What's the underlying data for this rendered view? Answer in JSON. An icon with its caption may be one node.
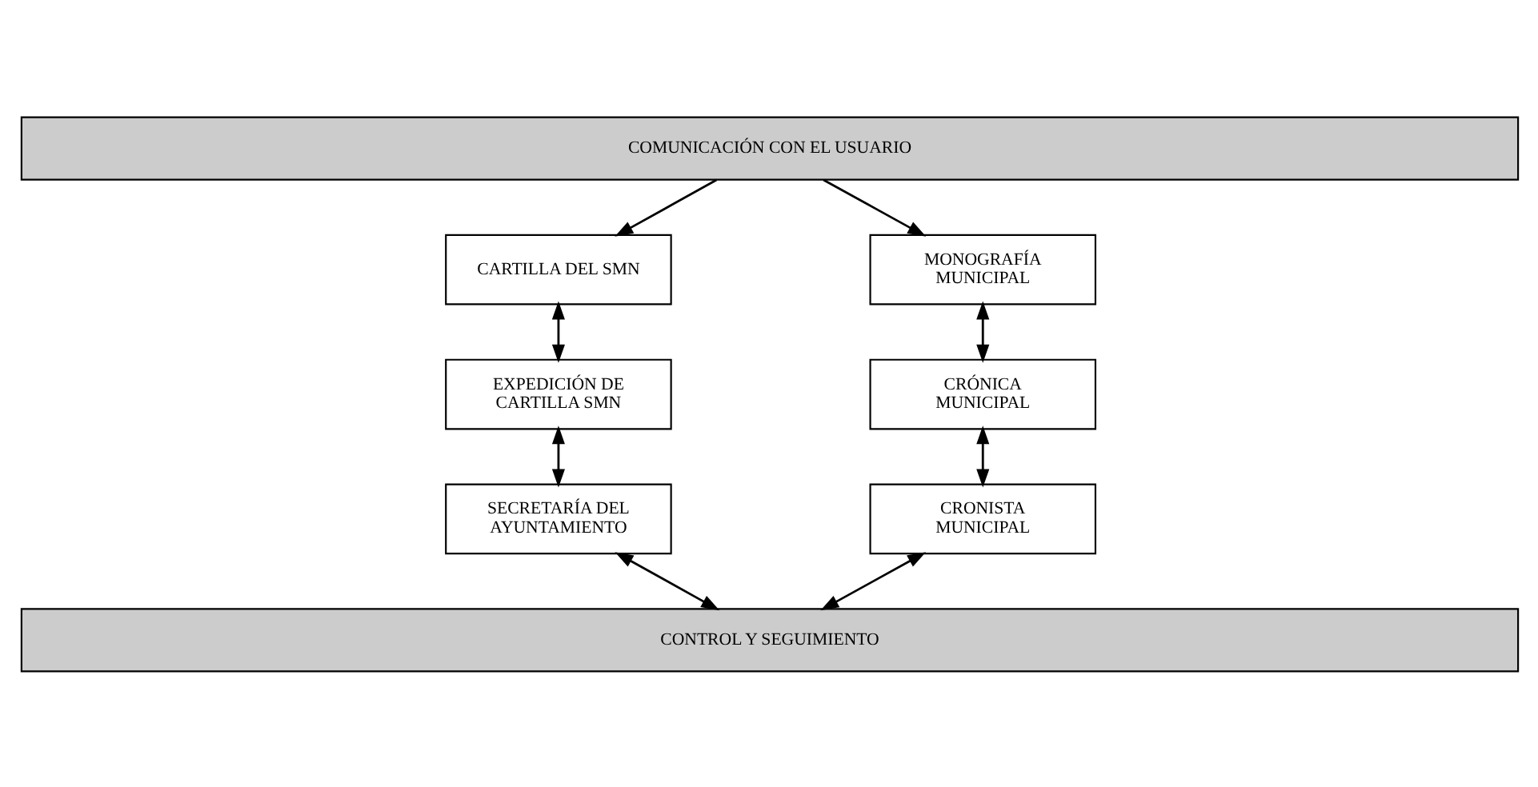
{
  "diagram": {
    "nodes": [
      {
        "text": [
          "COMUNICACIÓN CON EL USUARIO"
        ]
      },
      {
        "text": [
          "CARTILLA DEL SMN"
        ]
      },
      {
        "text": [
          "EXPEDICIÓN DE CARTILLA SMN"
        ]
      },
      {
        "text": [
          "SECRETARÍA DEL AYUNTAMIENTO"
        ]
      },
      {
        "text": [
          "MONOGRAFÍA MUNICIPAL"
        ]
      },
      {
        "text": [
          "CRÓNICA MUNICIPAL"
        ]
      },
      {
        "text": [
          "CRONISTA MUNICIPAL"
        ]
      },
      {
        "text": [
          "CONTROL Y SEGUIMIENTO"
        ]
      }
    ],
    "edges": [
      {
        "from": 0,
        "to": 1,
        "arrow": "to"
      },
      {
        "from": 0,
        "to": 4,
        "arrow": "to"
      },
      {
        "from": 1,
        "to": 2,
        "arrow": "both"
      },
      {
        "from": 2,
        "to": 3,
        "arrow": "both"
      },
      {
        "from": 3,
        "to": 7,
        "arrow": "both"
      },
      {
        "from": 4,
        "to": 5,
        "arrow": "both"
      },
      {
        "from": 5,
        "to": 6,
        "arrow": "both"
      },
      {
        "from": 6,
        "to": 7,
        "arrow": "both"
      }
    ]
  }
}
